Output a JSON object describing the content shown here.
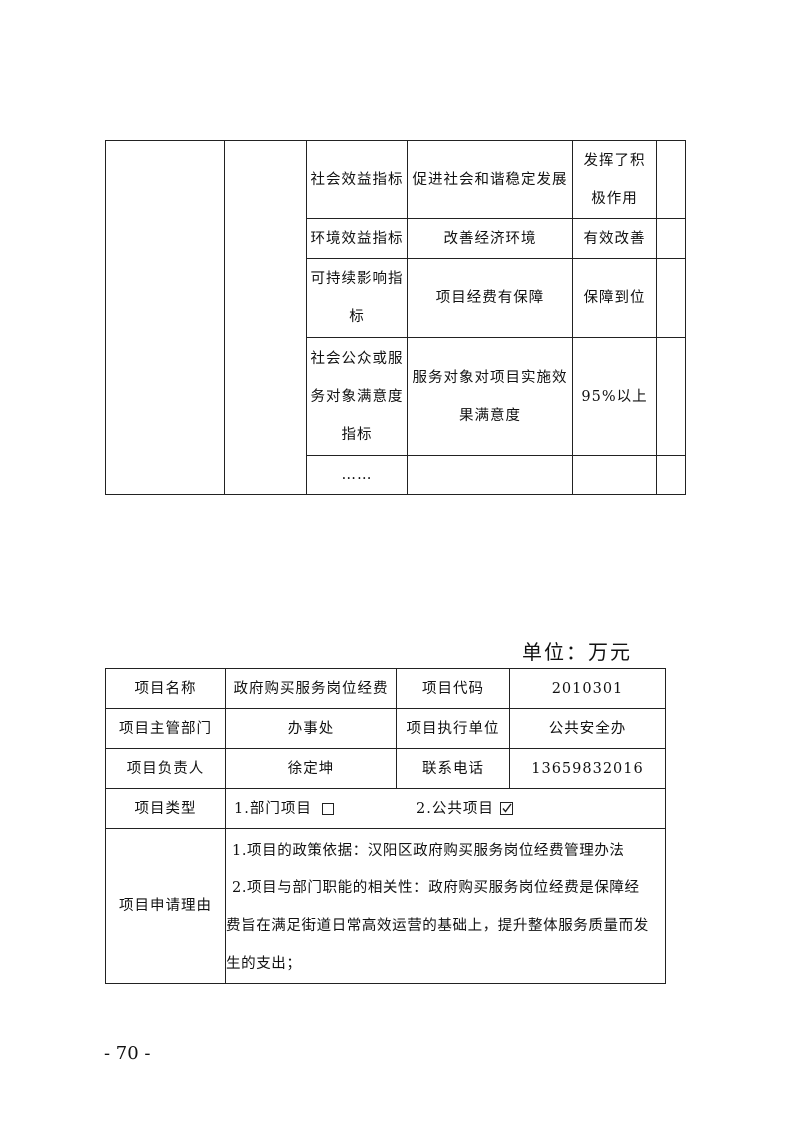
{
  "top_table": {
    "rows": [
      {
        "indicator": "社会效益指标",
        "content": "促进社会和谐稳定发展",
        "target": "发挥了积极作用"
      },
      {
        "indicator": "环境效益指标",
        "content": "改善经济环境",
        "target": "有效改善"
      },
      {
        "indicator": "可持续影响指标",
        "content": "项目经费有保障",
        "target": "保障到位"
      },
      {
        "indicator": "社会公众或服务对象满意度指标",
        "content": "服务对象对项目实施效果满意度",
        "target": "95%以上"
      },
      {
        "indicator": "……",
        "content": "",
        "target": ""
      }
    ]
  },
  "unit_label": "单位：万元",
  "project_table": {
    "name_label": "项目名称",
    "name": "政府购买服务岗位经费",
    "code_label": "项目代码",
    "code": "2010301",
    "dept_label": "项目主管部门",
    "dept": "办事处",
    "exec_label": "项目执行单位",
    "exec": "公共安全办",
    "owner_label": "项目负责人",
    "owner": "徐定坤",
    "phone_label": "联系电话",
    "phone": "13659832016",
    "type_label": "项目类型",
    "type_options": [
      {
        "label": "1.部门项目",
        "checked": false
      },
      {
        "label": "2.公共项目",
        "checked": true
      }
    ],
    "reason_label": "项目申请理由",
    "reason_lines": [
      "1.项目的政策依据：汉阳区政府购买服务岗位经费管理办法",
      "2.项目与部门职能的相关性：政府购买服务岗位经费是保障经",
      "费旨在满足街道日常高效运营的基础上，提升整体服务质量而发",
      "生的支出；"
    ]
  },
  "page_number": "- 70 -"
}
